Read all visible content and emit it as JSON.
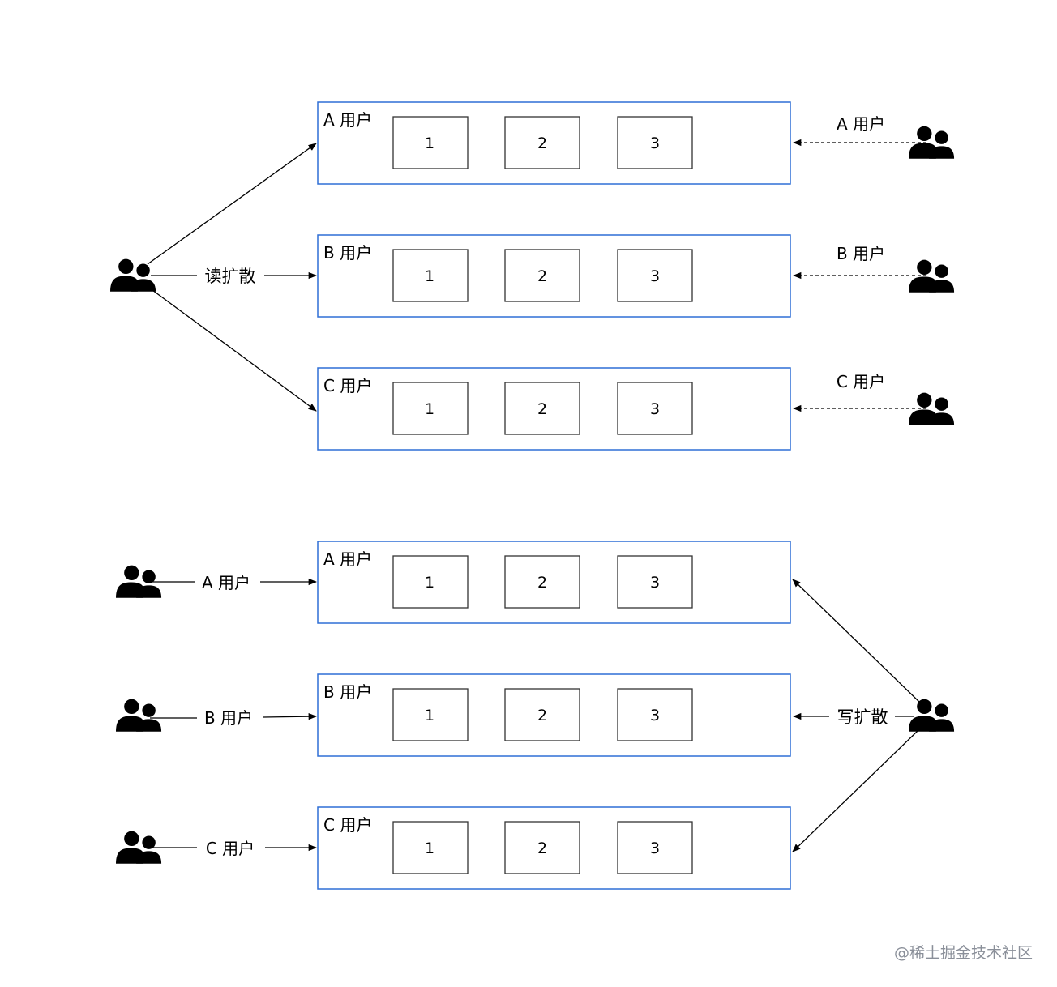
{
  "read_fanout": {
    "edge_label": "读扩散",
    "queues": [
      {
        "title": "A 用户",
        "items": [
          "1",
          "2",
          "3"
        ],
        "reader": "A 用户"
      },
      {
        "title": "B 用户",
        "items": [
          "1",
          "2",
          "3"
        ],
        "reader": "B 用户"
      },
      {
        "title": "C 用户",
        "items": [
          "1",
          "2",
          "3"
        ],
        "reader": "C 用户"
      }
    ]
  },
  "write_fanout": {
    "edge_label": "写扩散",
    "queues": [
      {
        "title": "A 用户",
        "items": [
          "1",
          "2",
          "3"
        ],
        "reader": "A 用户"
      },
      {
        "title": "B 用户",
        "items": [
          "1",
          "2",
          "3"
        ],
        "reader": "B 用户"
      },
      {
        "title": "C 用户",
        "items": [
          "1",
          "2",
          "3"
        ],
        "reader": "C 用户"
      }
    ]
  },
  "watermark": "@稀土掘金技术社区",
  "colors": {
    "queue_border": "#2f6fd6",
    "item_border": "#333333",
    "line": "#000000"
  },
  "icons": {
    "user_group": "users-icon"
  }
}
